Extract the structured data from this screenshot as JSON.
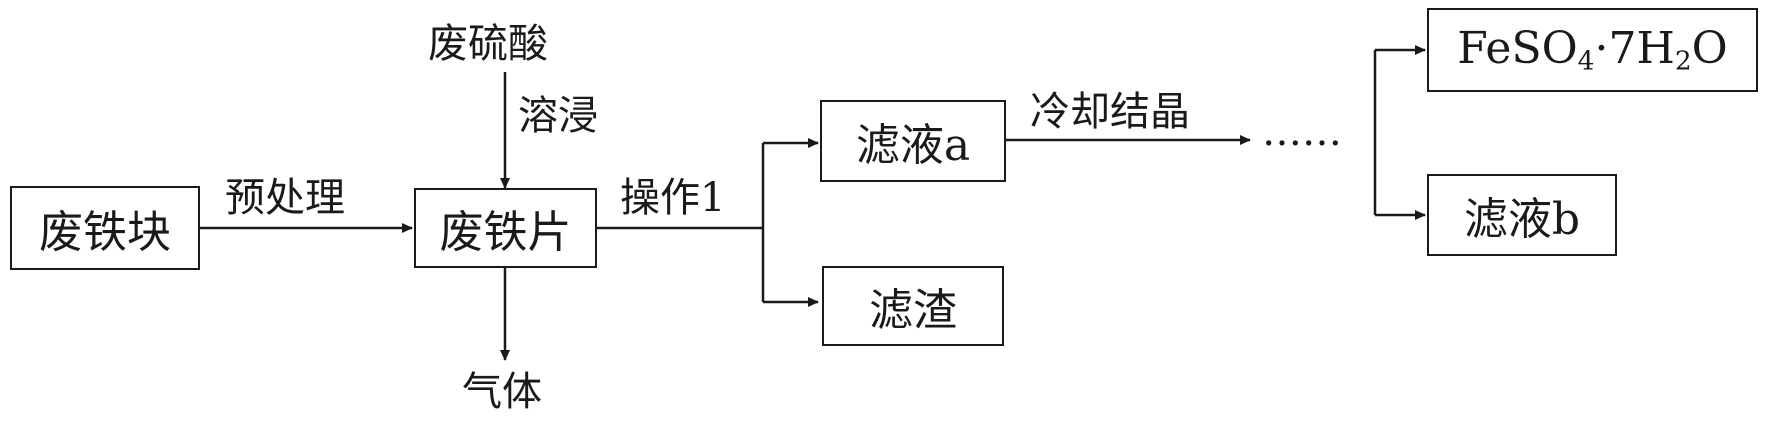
{
  "nodes": {
    "waste_iron_block": "废铁块",
    "waste_iron_sheet": "废铁片",
    "filtrate_a": "滤液a",
    "filter_residue": "滤渣",
    "product": {
      "p1": "FeSO",
      "s1": "4",
      "p2": "·7H",
      "s2": "2",
      "p3": "O"
    },
    "filtrate_b": "滤液b"
  },
  "labels": {
    "waste_sulfuric_acid": "废硫酸",
    "dissolve_leach": "溶浸",
    "pretreatment": "预处理",
    "operation_1": "操作1",
    "gas": "气体",
    "cool_crystallize": "冷却结晶",
    "ellipsis": "……"
  }
}
